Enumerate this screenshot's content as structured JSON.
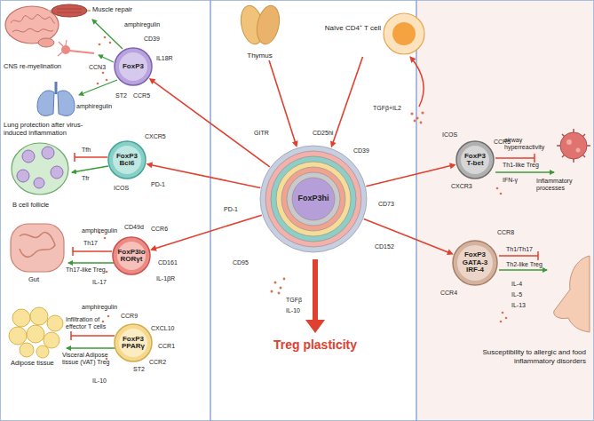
{
  "diagram": {
    "nodes": [
      {
        "text": [
          "FoxP3"
        ]
      },
      {
        "text": [
          "FoxP3 Bcl6"
        ]
      },
      {
        "text": [
          "FoxP3lo RORγt"
        ]
      },
      {
        "text": [
          "FoxP3 PPARγ"
        ]
      },
      {
        "text": [
          "Thymus"
        ]
      },
      {
        "text": [
          "Naïve CD4⁺ T cell"
        ]
      },
      {
        "text": [
          "FoxP3hi"
        ]
      },
      {
        "text": [
          "FoxP3 T-bet"
        ]
      },
      {
        "text": [
          "FoxP3 GATA-3 IRF-4"
        ]
      }
    ],
    "edges": [
      {
        "from": 4,
        "to": 6,
        "arrow": "to"
      },
      {
        "from": 5,
        "to": 6,
        "arrow": "to"
      },
      {
        "from": 6,
        "to": 0,
        "arrow": "to"
      },
      {
        "from": 6,
        "to": 1,
        "arrow": "to"
      },
      {
        "from": 6,
        "to": 2,
        "arrow": "to"
      },
      {
        "from": 6,
        "to": 7,
        "arrow": "to"
      },
      {
        "from": 6,
        "to": 8,
        "arrow": "to"
      }
    ],
    "labels": [
      "CNS re-myelination",
      "Muscle repair",
      "amphiregulin",
      "CCN3",
      "amphiregulin",
      "Lung protection after virus-induced inflammation",
      "CD39",
      "IL18R",
      "CCR5",
      "ST2",
      "CXCR5",
      "PD-1",
      "ICOS",
      "Tfh",
      "Tfr",
      "B cell follicle",
      "CD49d",
      "CCR6",
      "amphiregulin",
      "Th17",
      "CD161",
      "IL-1βR",
      "Th17-like Treg",
      "IL-17",
      "Gut",
      "CCR9",
      "amphiregulin",
      "CXCL10",
      "CCR1",
      "CCR2",
      "Infiltration of effector T cells",
      "Visceral Adipose tissue (VAT) Treg",
      "IL-10",
      "ST2",
      "Adipose tissue",
      "GITR",
      "CD25hi",
      "CD39",
      "CD73",
      "CD152",
      "PD-1",
      "CD95",
      "TGFβ",
      "IL-10",
      "Treg plasticity",
      "TGFβ+IL2",
      "ICOS",
      "CCR5",
      "CXCR3",
      "airway hyperreactivity",
      "Th1-like Treg",
      "IFN-γ",
      "Inflammatory processes",
      "CCR8",
      "CCR4",
      "Th1/Th17",
      "Th2-like Treg",
      "IL-4",
      "IL-5",
      "IL-13",
      "Susceptibility to allergic and food inflammatory disorders"
    ]
  }
}
